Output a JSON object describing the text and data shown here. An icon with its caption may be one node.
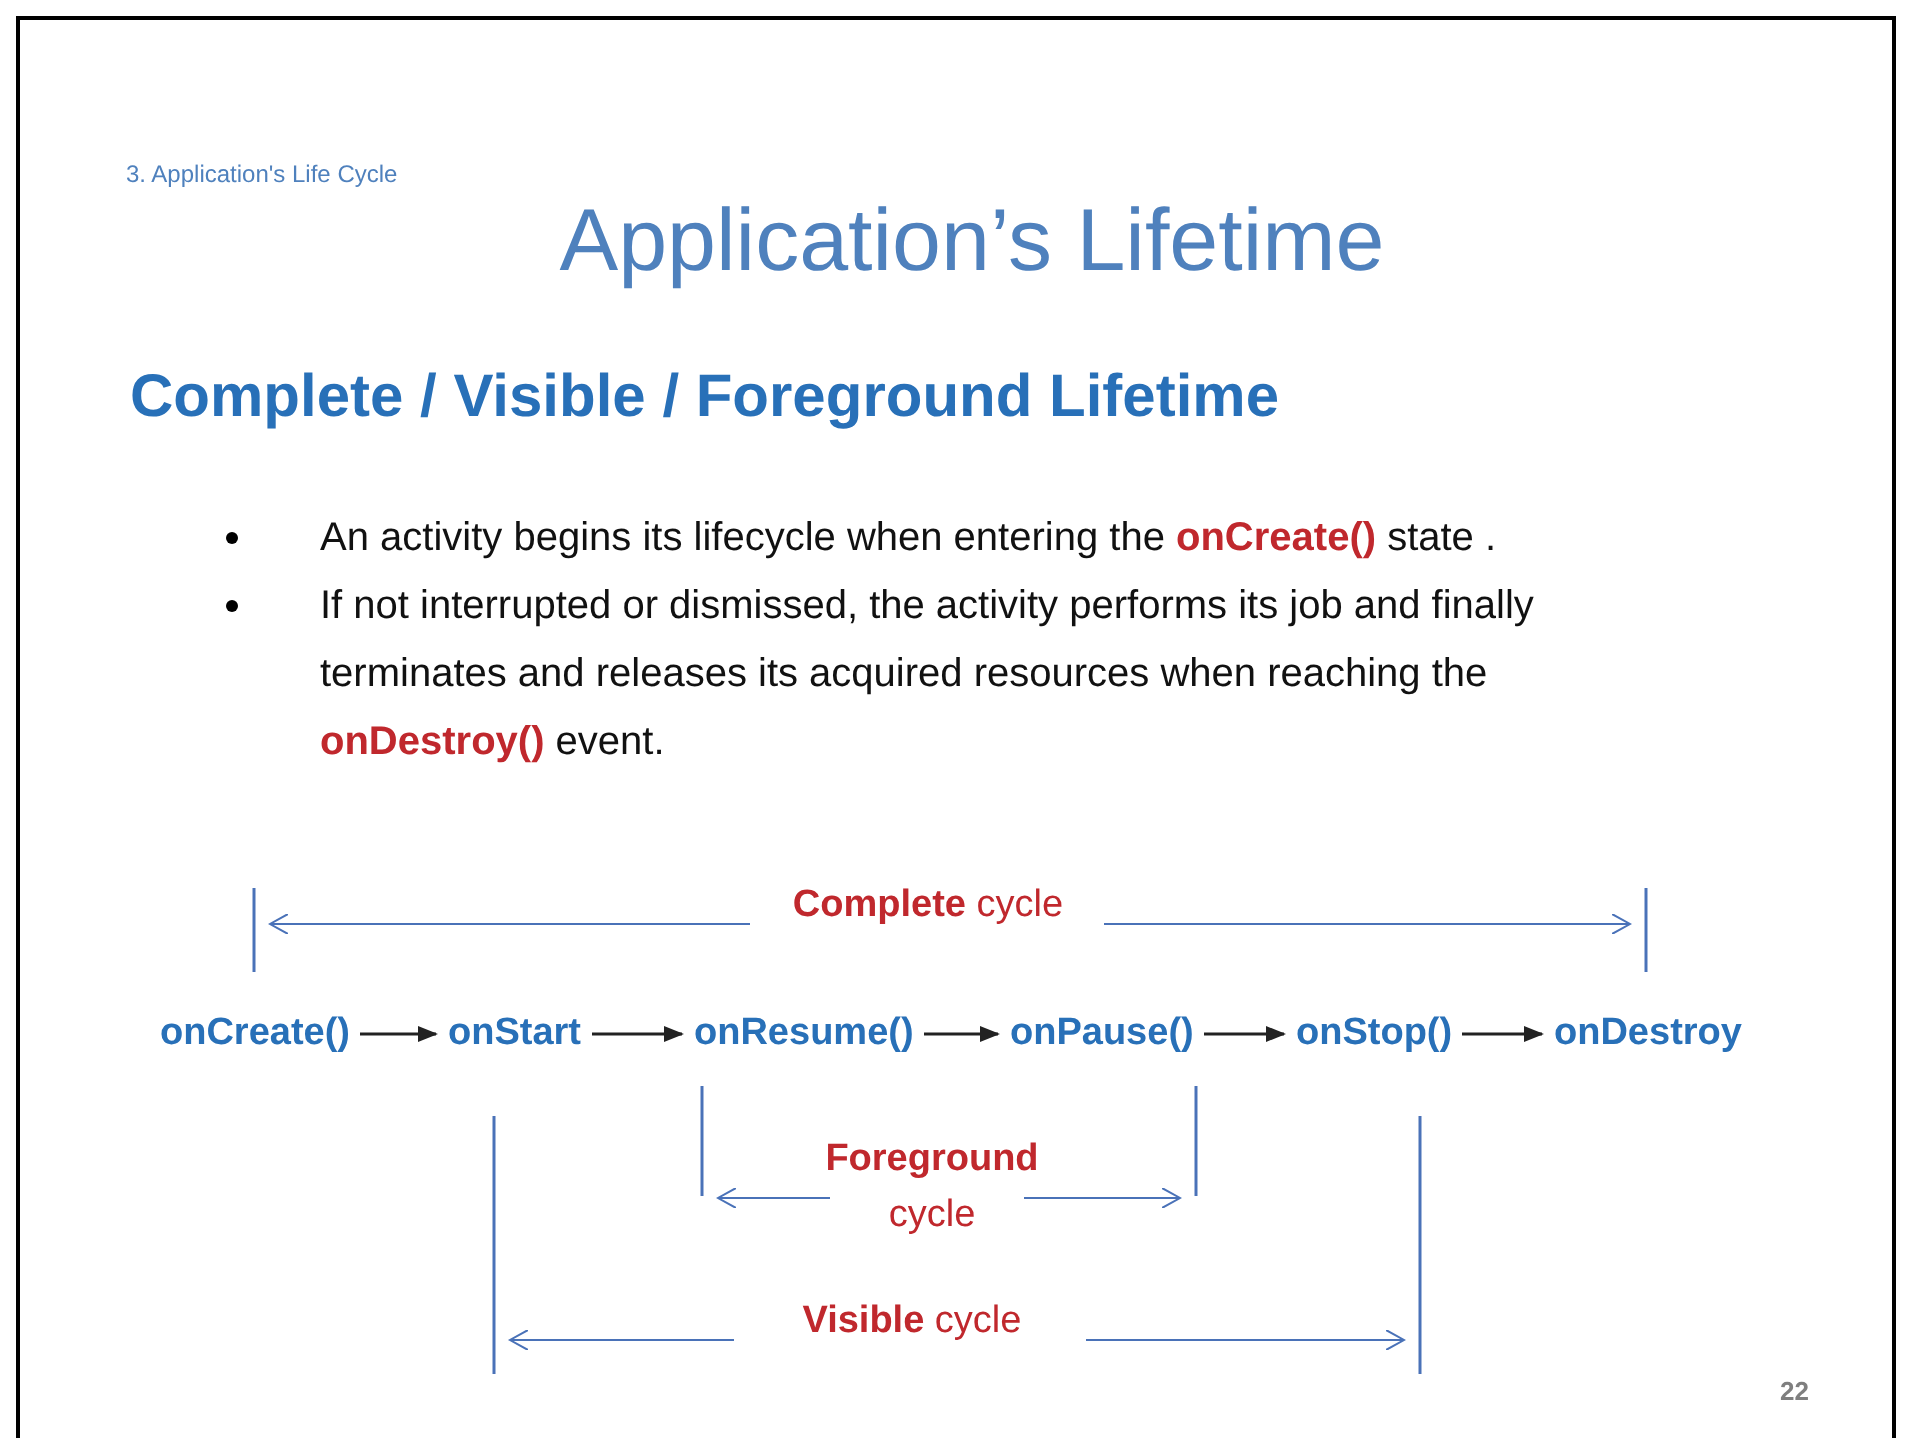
{
  "diagram": {
    "title": "Application’s Lifetime",
    "nodes": [
      {
        "text": [
          "onCreate()"
        ]
      },
      {
        "text": [
          "onStart"
        ]
      },
      {
        "text": [
          "onResume()"
        ]
      },
      {
        "text": [
          "onPause()"
        ]
      },
      {
        "text": [
          "onStop()"
        ]
      },
      {
        "text": [
          "onDestroy"
        ]
      }
    ],
    "edges": [
      {
        "from": 0,
        "to": 1,
        "arrow": "to"
      },
      {
        "from": 1,
        "to": 2,
        "arrow": "to"
      },
      {
        "from": 2,
        "to": 3,
        "arrow": "to"
      },
      {
        "from": 3,
        "to": 4,
        "arrow": "to"
      },
      {
        "from": 4,
        "to": 5,
        "arrow": "to"
      }
    ],
    "labels": [
      "3. Application's Life Cycle",
      "Complete / Visible / Foreground Lifetime",
      "An activity begins its lifecycle when entering the **onCreate()** state .",
      "If not interrupted or dismissed, the activity performs its job and finally terminates and releases its acquired resources when reaching the **onDestroy()** event.",
      "**Complete** cycle",
      "**Foreground** cycle",
      "**Visible** cycle",
      "22"
    ]
  }
}
